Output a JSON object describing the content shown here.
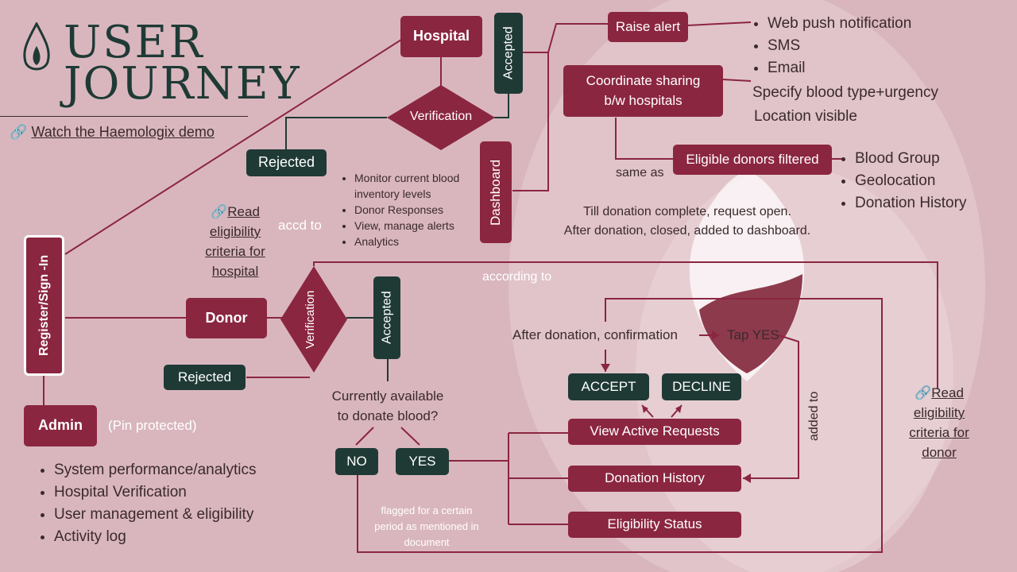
{
  "title": {
    "line1": "USER",
    "line2": "JOURNEY"
  },
  "demo_link": "Watch the Haemologix demo",
  "nodes": {
    "hospital": "Hospital",
    "hosp_verification": "Verification",
    "hosp_accepted": "Accepted",
    "hosp_rejected": "Rejected",
    "dashboard": "Dashboard",
    "raise_alert": "Raise alert",
    "coordinate_line1": "Coordinate sharing",
    "coordinate_line2": "b/w hospitals",
    "eligible_donors": "Eligible donors filtered",
    "register": "Register/Sign -In",
    "donor": "Donor",
    "donor_verification": "Verification",
    "donor_accepted": "Accepted",
    "donor_rejected": "Rejected",
    "admin": "Admin",
    "no": "NO",
    "yes": "YES",
    "accept": "ACCEPT",
    "decline": "DECLINE",
    "view_active": "View Active Requests",
    "donation_history": "Donation History",
    "eligibility_status": "Eligibility Status"
  },
  "alert_channels": [
    "Web push notification",
    "SMS",
    "Email"
  ],
  "specify_text": "Specify blood type+urgency",
  "location_text": "Location visible",
  "filter_criteria": [
    "Blood Group",
    "Geolocation",
    "Donation History"
  ],
  "same_as": "same as",
  "till_line1": "Till donation complete, request open.",
  "till_line2": "After donation, closed, added to dashboard.",
  "dashboard_items": [
    "Monitor current blood inventory levels",
    "Donor Responses",
    "View, manage alerts",
    "Analytics"
  ],
  "read_hospital_line1": "Read",
  "read_hospital_rest": [
    "eligibility",
    "criteria for",
    "hospital"
  ],
  "accd_to": "accd to",
  "according_to": "according to",
  "after_donation": "After donation, confirmation",
  "tap_yes": "Tap YES",
  "added_to": "added to",
  "available_line1": "Currently available",
  "available_line2": "to donate blood?",
  "flagged_line1": "flagged for a certain",
  "flagged_line2": "period as mentioned in",
  "flagged_line3": "document",
  "read_donor_line1": "Read",
  "read_donor_rest": [
    "eligibility",
    "criteria for",
    "donor"
  ],
  "pin_protected": "(Pin protected)",
  "admin_items": [
    "System performance/analytics",
    "Hospital Verification",
    "User management & eligibility",
    "Activity log"
  ],
  "colors": {
    "primary": "#8b2640",
    "secondary": "#1f3a35",
    "background": "#d8b4bc"
  }
}
